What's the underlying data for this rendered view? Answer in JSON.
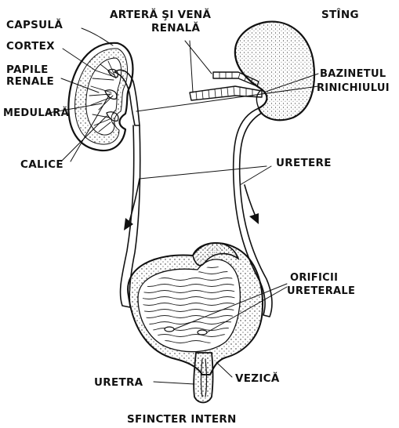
{
  "labels": {
    "capsula": "CAPSULĂ",
    "cortex": "CORTEX",
    "papile_1": "PAPILE",
    "papile_2": "RENALE",
    "medulara": "MEDULARĂ",
    "calice": "CALICE",
    "artera_1": "ARTERĂ ŞI VENĂ",
    "artera_2": "RENALĂ",
    "sting": "STÎNG",
    "bazinet_1": "BAZINETUL",
    "bazinet_2": "RINICHIULUI",
    "uretere": "URETERE",
    "orificii_1": "ORIFICII",
    "orificii_2": "URETERALE",
    "uretra": "URETRA",
    "vezica": "VEZICĂ",
    "sfincter": "SFINCTER INTERN"
  },
  "colors": {
    "ink": "#111111",
    "paper": "#ffffff"
  }
}
